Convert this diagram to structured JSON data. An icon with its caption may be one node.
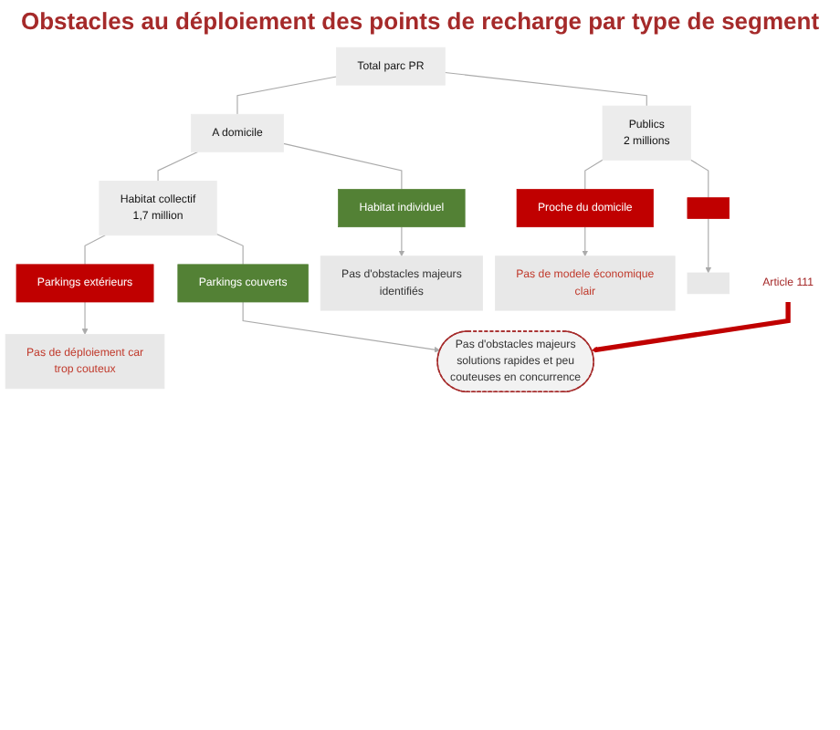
{
  "diagram": {
    "title": "Obstacles au déploiement des points de recharge par type de segment",
    "nodes": [
      {
        "text": [
          "Total parc PR"
        ]
      },
      {
        "text": [
          "A domicile"
        ]
      },
      {
        "text": [
          "Publics",
          "2 millions"
        ]
      },
      {
        "text": [
          "Habitat individuel"
        ]
      },
      {
        "text": [
          "Habitat collectif",
          "1,7 million"
        ]
      },
      {
        "text": [
          "Parkings extérieurs"
        ]
      },
      {
        "text": [
          "Parkings couverts"
        ]
      },
      {
        "text": [
          "Proche du domicile"
        ]
      },
      {
        "text": [],
        "shape": "box"
      },
      {
        "text": [
          "Pas d'obstacles majeurs identifiés"
        ]
      },
      {
        "text": [
          "Pas de déploiement car trop couteux"
        ]
      },
      {
        "text": [
          "Pas d'obstacles majeurs solutions rapides et peu couteuses en concurrence"
        ]
      },
      {
        "text": [
          "Pas de modele économique clair"
        ]
      },
      {
        "text": [],
        "shape": "box"
      },
      {
        "text": [
          "Article 111"
        ]
      }
    ],
    "edges": [
      {
        "from": 0,
        "to": 1,
        "arrow": "none"
      },
      {
        "from": 0,
        "to": 2,
        "arrow": "none"
      },
      {
        "from": 1,
        "to": 3,
        "arrow": "none"
      },
      {
        "from": 1,
        "to": 4,
        "arrow": "none"
      },
      {
        "from": 4,
        "to": 5,
        "arrow": "none"
      },
      {
        "from": 4,
        "to": 6,
        "arrow": "none"
      },
      {
        "from": 2,
        "to": 7,
        "arrow": "none"
      },
      {
        "from": 2,
        "to": 8,
        "arrow": "none"
      },
      {
        "from": 3,
        "to": 9,
        "arrow": "to"
      },
      {
        "from": 5,
        "to": 10,
        "arrow": "to"
      },
      {
        "from": 6,
        "to": 11,
        "arrow": "to"
      },
      {
        "from": 7,
        "to": 12,
        "arrow": "to"
      },
      {
        "from": 8,
        "to": 13,
        "arrow": "to"
      },
      {
        "from": 14,
        "to": 11,
        "arrow": "to",
        "style": "thick",
        "color": "#c00000"
      }
    ]
  }
}
